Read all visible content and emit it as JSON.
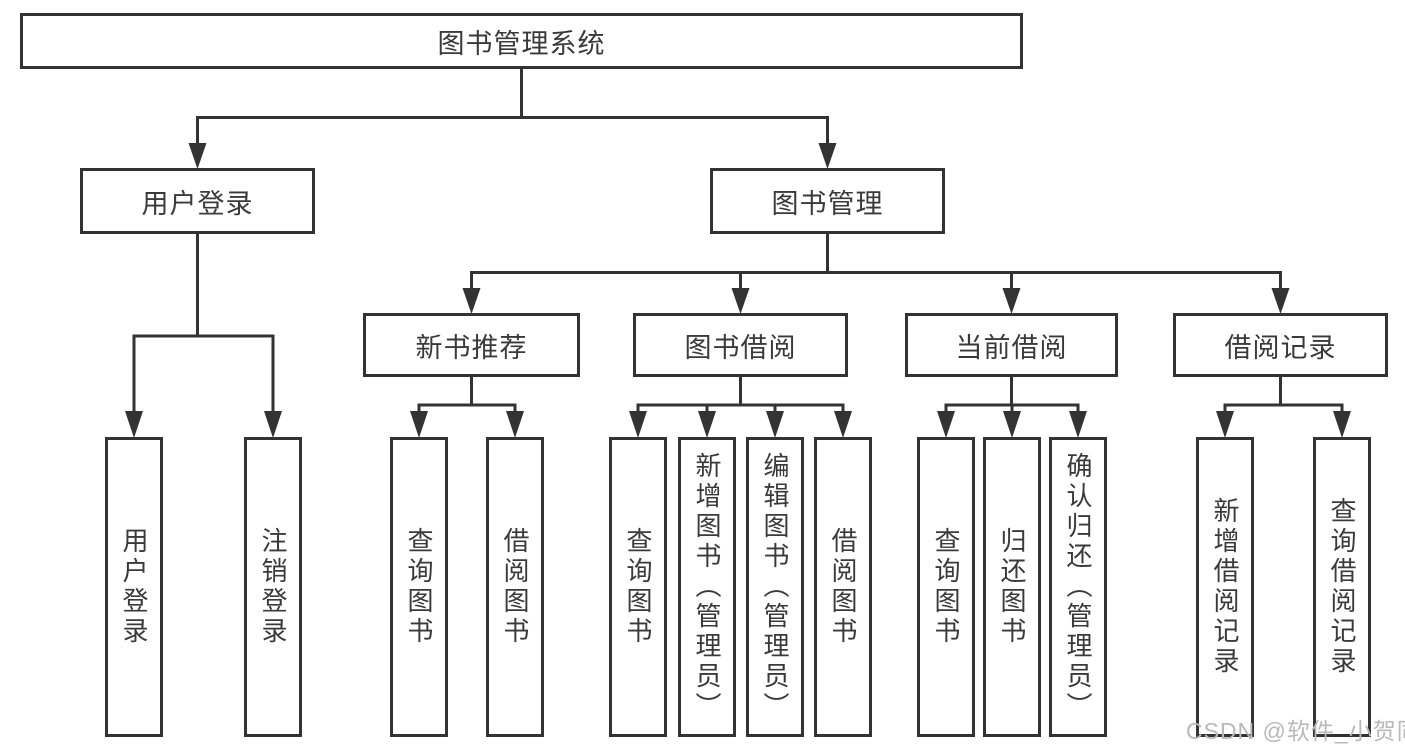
{
  "tree": {
    "label": "图书管理系统",
    "children": [
      {
        "label": "用户登录",
        "children": [
          {
            "label": "用户登录"
          },
          {
            "label": "注销登录"
          }
        ]
      },
      {
        "label": "图书管理",
        "children": [
          {
            "label": "新书推荐",
            "children": [
              {
                "label": "查询图书"
              },
              {
                "label": "借阅图书"
              }
            ]
          },
          {
            "label": "图书借阅",
            "children": [
              {
                "label": "查询图书"
              },
              {
                "label": "新增图书（管理员）"
              },
              {
                "label": "编辑图书（管理员）"
              },
              {
                "label": "借阅图书"
              }
            ]
          },
          {
            "label": "当前借阅",
            "children": [
              {
                "label": "查询图书"
              },
              {
                "label": "归还图书"
              },
              {
                "label": "确认归还（管理员）"
              }
            ]
          },
          {
            "label": "借阅记录",
            "children": [
              {
                "label": "新增借阅记录"
              },
              {
                "label": "查询借阅记录"
              }
            ]
          }
        ]
      }
    ]
  },
  "watermark": {
    "text": "CSDN @软件_小贺同学"
  },
  "palette": {
    "line": "#333333",
    "box_text": "#3a3a3a",
    "watermark": "#b9b9b9",
    "background": "#ffffff"
  }
}
